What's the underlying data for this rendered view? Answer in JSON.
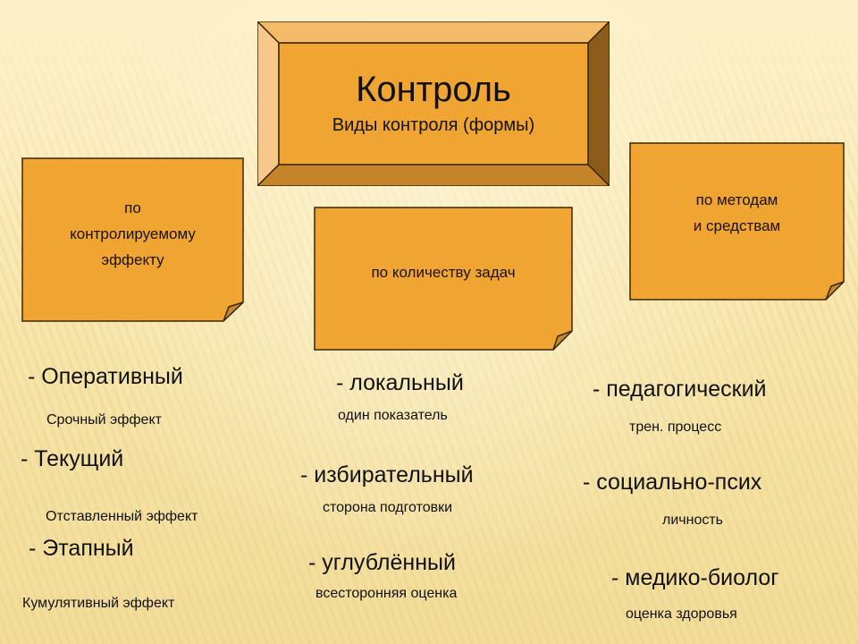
{
  "slide": {
    "title": "Контроль",
    "subtitle": "Виды контроля (формы)",
    "colors": {
      "background": "#fdf0c8",
      "box_fill": "#f0a432",
      "bevel_light": "#f6c47a",
      "bevel_dark": "#8c5c1a",
      "outline": "#3a2608"
    }
  },
  "categories": [
    {
      "label_lines": [
        "по",
        "контролируемому",
        "эффекту"
      ],
      "items": [
        {
          "head": "- Оперативный",
          "note": "Срочный эффект"
        },
        {
          "head": "- Текущий",
          "note": "Отставленный эффект"
        },
        {
          "head": "- Этапный",
          "note": "Кумулятивный эффект"
        }
      ]
    },
    {
      "label_lines": [
        "по количеству задач"
      ],
      "items": [
        {
          "head": "- локальный",
          "note": "один показатель"
        },
        {
          "head": "- избирательный",
          "note": "сторона подготовки"
        },
        {
          "head": "- углублённый",
          "note": "всесторонняя оценка"
        }
      ]
    },
    {
      "label_lines": [
        "по методам",
        "и средствам"
      ],
      "items": [
        {
          "head": "- педагогический",
          "note": "трен. процесс"
        },
        {
          "head": "- социально-псих",
          "note": "личность"
        },
        {
          "head": "- медико-биолог",
          "note": "оценка здоровья"
        }
      ]
    }
  ]
}
